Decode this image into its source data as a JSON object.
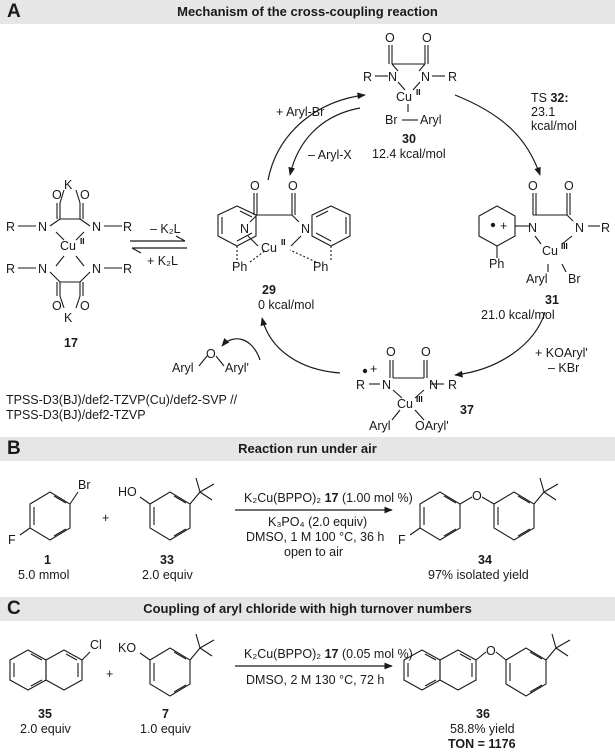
{
  "panels": {
    "A": {
      "letter": "A",
      "title": "Mechanism of the cross-coupling reaction"
    },
    "B": {
      "letter": "B",
      "title": "Reaction run under air"
    },
    "C": {
      "letter": "C",
      "title": "Coupling of aryl chloride with high turnover numbers"
    }
  },
  "mechanism": {
    "add_arylbr": "+ Aryl-Br",
    "minus_arylx": "– Aryl-X",
    "cpd30": {
      "num": "30",
      "energy": "12.4 kcal/mol"
    },
    "ts32": {
      "label": "TS",
      "num": "32:",
      "energy": "23.1",
      "unit": "kcal/mol"
    },
    "cpd31": {
      "num": "31",
      "energy": "21.0 kcal/mol"
    },
    "cpd29": {
      "num": "29",
      "energy": "0 kcal/mol"
    },
    "cpd37": {
      "num": "37"
    },
    "cpd17": {
      "num": "17"
    },
    "koaryl": "+ KOAryl'",
    "minus_kbr": "– KBr",
    "minus_k2l": "– K₂L",
    "plus_k2l": "+ K₂L",
    "product_ether": "Aryl–O–Aryl'",
    "method_line1": "TPSS-D3(BJ)/def2-TZVP(Cu)/def2-SVP //",
    "method_line2": "TPSS-D3(BJ)/def2-TZVP"
  },
  "reaction_b": {
    "cpd1": {
      "num": "1",
      "amount": "5.0 mmol"
    },
    "cpd33": {
      "num": "33",
      "amount": "2.0 equiv"
    },
    "cpd34": {
      "num": "34",
      "yield": "97% isolated yield"
    },
    "cond1_pre": "K₂Cu(BPPO)₂ ",
    "cond1_num": "17",
    "cond1_post": " (1.00 mol %)",
    "cond2": "K₃PO₄ (2.0 equiv)",
    "cond3": "DMSO, 1 M 100 °C, 36 h",
    "cond4": "open to air"
  },
  "reaction_c": {
    "cpd35": {
      "num": "35",
      "amount": "2.0 equiv"
    },
    "cpd7": {
      "num": "7",
      "amount": "1.0 equiv"
    },
    "cpd36": {
      "num": "36",
      "yield": "58.8% yield",
      "ton": "TON = 1176"
    },
    "cond1_pre": "K₂Cu(BPPO)₂ ",
    "cond1_num": "17",
    "cond1_post": " (0.05 mol %)",
    "cond2": "DMSO, 2 M 130 °C, 72 h"
  },
  "atoms": {
    "Br": "Br",
    "F": "F",
    "HO": "HO",
    "KO": "KO",
    "Cl": "Cl",
    "O": "O",
    "K": "K",
    "N": "N",
    "R": "R",
    "Cu": "Cu",
    "Ph": "Ph",
    "Aryl": "Aryl",
    "ArylPrime": "Aryl'",
    "OArylPrime": "OAryl'"
  }
}
